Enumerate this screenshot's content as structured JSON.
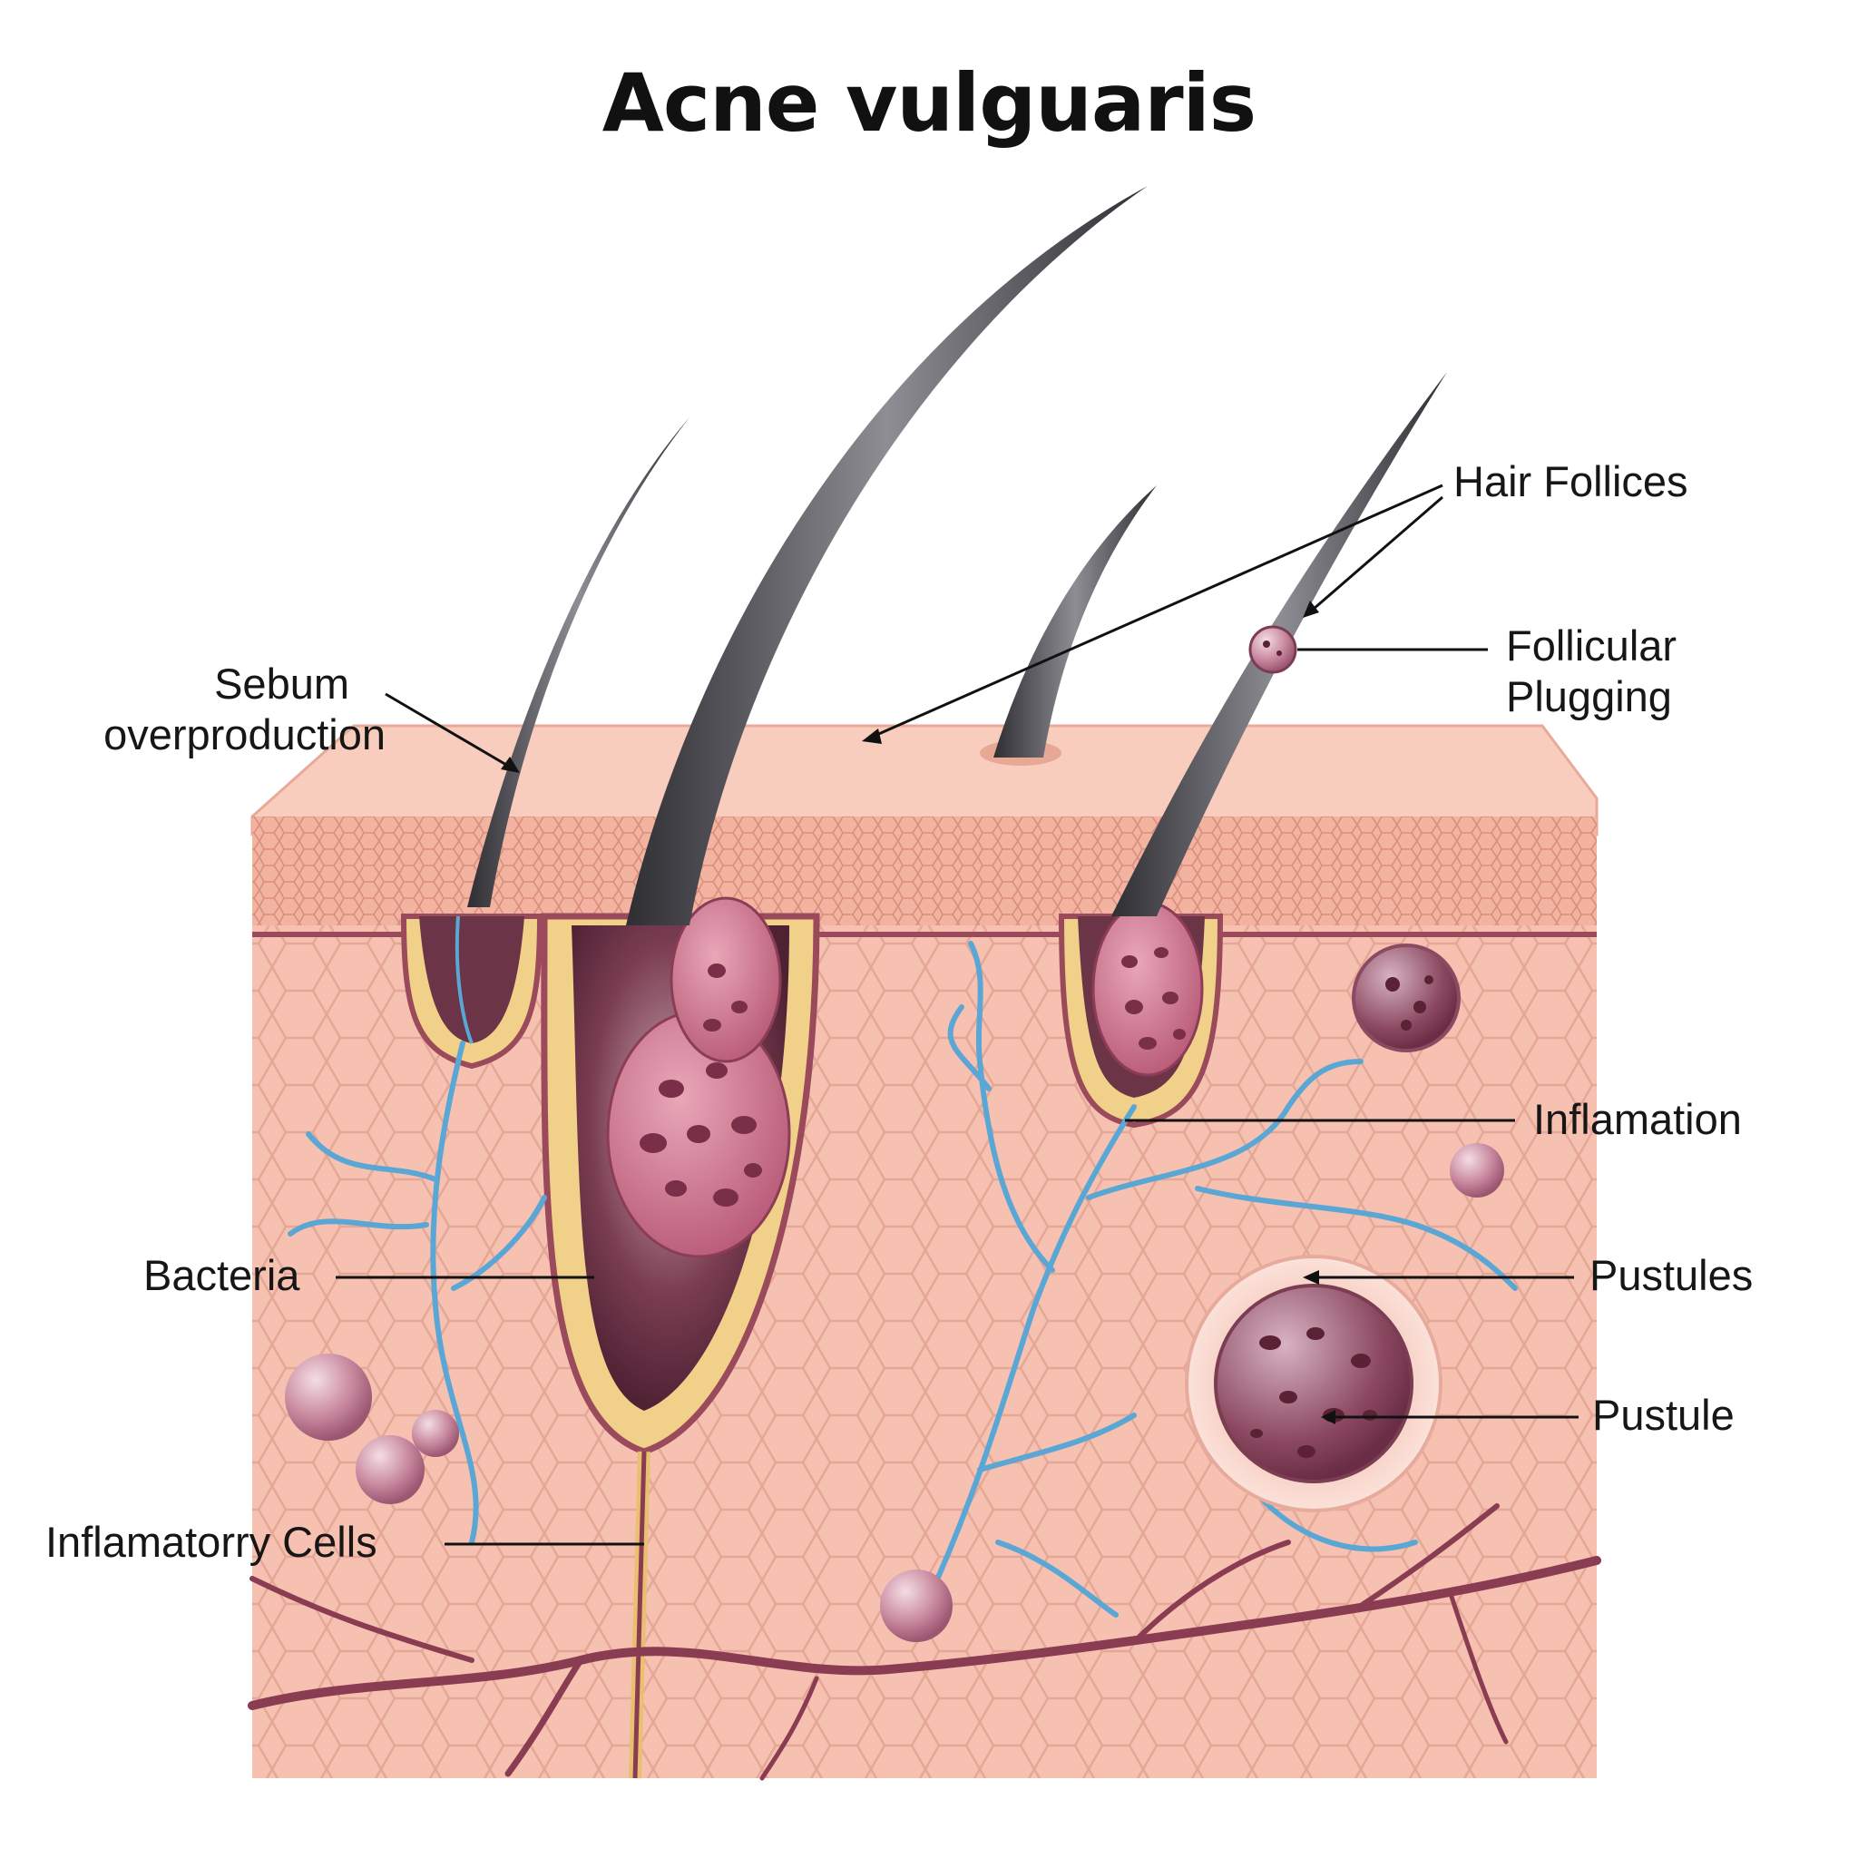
{
  "title": "Acne vulguaris",
  "labels": {
    "sebum": [
      "Sebum",
      "overproduction"
    ],
    "hair_follicles": "Hair Follices",
    "follicular_plugging": [
      "Follicular",
      "Plugging"
    ],
    "inflamation": "Inflamation",
    "bacteria": "Bacteria",
    "pustules": "Pustules",
    "pustule": "Pustule",
    "inflammatory_cells": "Inflamatorry Cells"
  },
  "colors": {
    "skin": "#f6c1b0",
    "skin_top": "#f8cdbd",
    "cell_line": "#e3a493",
    "dermis_border": "#9a4a5a",
    "hair": "#4d4b52",
    "follicle": "#6b3447",
    "gland": "#c86e86",
    "sebum_layer": "#f1d089",
    "nerve": "#5aa7d6",
    "vessel": "#8a3c52"
  }
}
